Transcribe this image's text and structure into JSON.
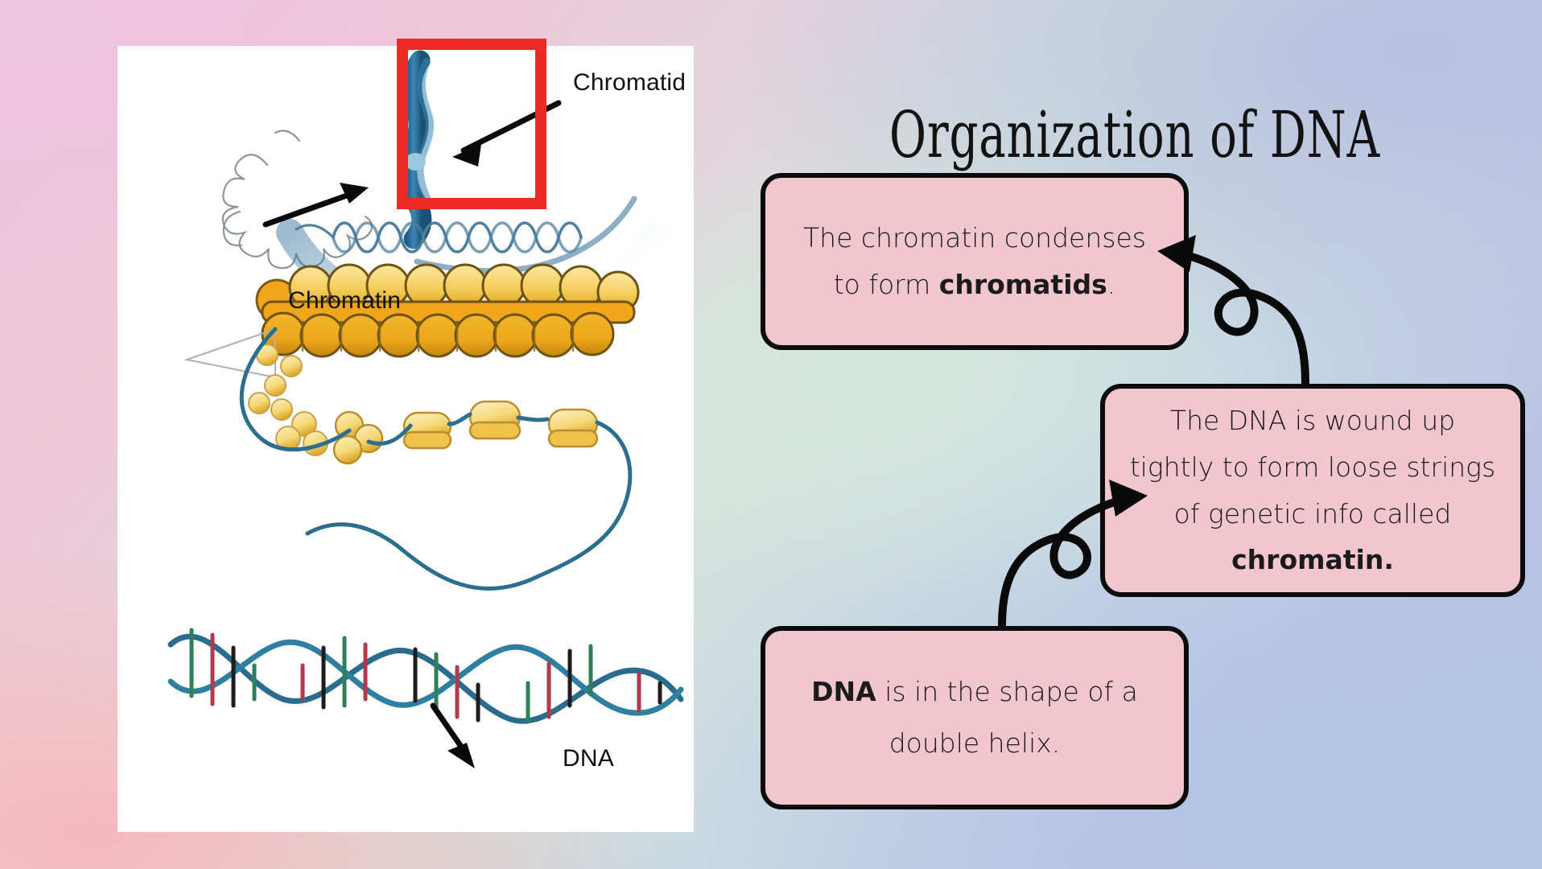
{
  "slide": {
    "title": "Organization of DNA",
    "background": {
      "corner_top_left": "#EFC4DD",
      "corner_top_right": "#B8BEE0",
      "corner_bottom_left": "#F7B8BC",
      "corner_bottom_right": "#B5C4E4",
      "center_tint": "#D4E8DC"
    }
  },
  "figure": {
    "panel_background": "#FFFFFF",
    "highlight_color": "#EE2A26",
    "labels": {
      "chromatid": "Chromatid",
      "chromatin": "Chromatin",
      "dna": "DNA"
    },
    "colors": {
      "chromosome_blue": "#2E7BA6",
      "chromatin_fiber": "#4E7F9E",
      "histone_yellow": "#F2C13C",
      "histone_gold": "#E8A21E",
      "histone_outline": "#6E5314",
      "dna_strand": "#2B6E8F"
    }
  },
  "callouts": [
    {
      "id": "chromatids",
      "fill": "#F2C6CF",
      "border": "#0B0B0B",
      "text_before": "The chromatin condenses to form ",
      "text_bold": "chromatids",
      "text_after": "."
    },
    {
      "id": "chromatin",
      "fill": "#F2C6CF",
      "border": "#0B0B0B",
      "text_before": "The DNA is wound up tightly to form loose strings of genetic info called ",
      "text_bold": "chromatin.",
      "text_after": ""
    },
    {
      "id": "dna",
      "fill": "#F2C6CF",
      "border": "#0B0B0B",
      "text_before": "",
      "text_bold": "DNA",
      "text_after": " is in the shape of a double helix."
    }
  ],
  "connectors": [
    {
      "name": "arrow-chromatin-to-chromatids",
      "from": "callout-chromatin",
      "to": "callout-chromatids",
      "style": "curly-loop"
    },
    {
      "name": "arrow-dna-to-chromatin",
      "from": "callout-dna",
      "to": "callout-chromatin",
      "style": "curly-loop"
    }
  ]
}
